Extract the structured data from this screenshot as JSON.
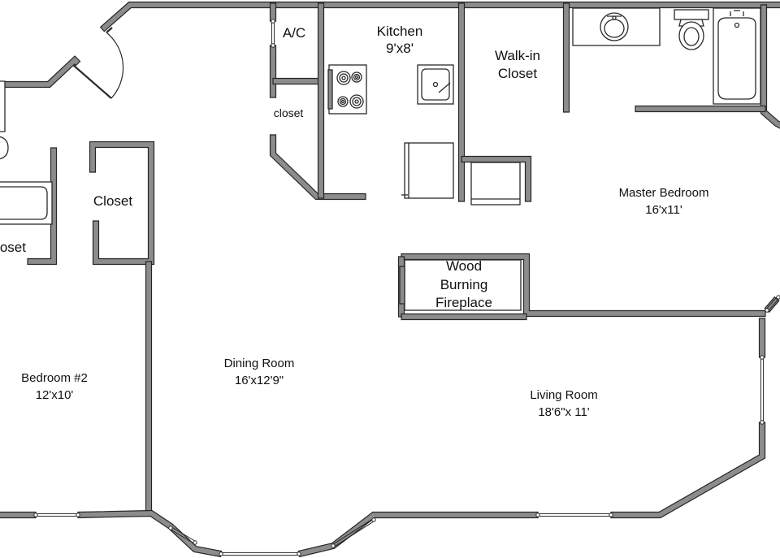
{
  "colors": {
    "wall_fill": "#8c8c8c",
    "wall_edge": "#262626",
    "fixture_line": "#2a2a2a",
    "background": "#ffffff",
    "text": "#111111"
  },
  "rooms": {
    "ac": {
      "name": "A/C"
    },
    "kitchen": {
      "name": "Kitchen",
      "size": "9'x8'"
    },
    "closet_small": {
      "name": "closet"
    },
    "walkin_closet": {
      "line1": "Walk-in",
      "line2": "Closet"
    },
    "master_bedroom": {
      "name": "Master Bedroom",
      "size": "16'x11'"
    },
    "closet_left": {
      "name": "Closet"
    },
    "closet_cut": {
      "name": "loset"
    },
    "fireplace": {
      "line1": "Wood",
      "line2": "Burning",
      "line3": "Fireplace"
    },
    "dining_room": {
      "name": "Dining Room",
      "size": "16'x12'9\""
    },
    "living_room": {
      "name": "Living Room",
      "size": "18'6\"x 11'"
    },
    "bedroom2": {
      "name": "Bedroom #2",
      "size": "12'x10'"
    }
  },
  "icons": {
    "stove": "stove-icon",
    "sink": "kitchen-sink-icon",
    "fridge": "refrigerator-icon",
    "washer": "washer-dryer-icon",
    "vanity": "bathroom-sink-icon",
    "toilet": "toilet-icon",
    "bathtub": "bathtub-icon",
    "door": "door-swing-icon"
  }
}
